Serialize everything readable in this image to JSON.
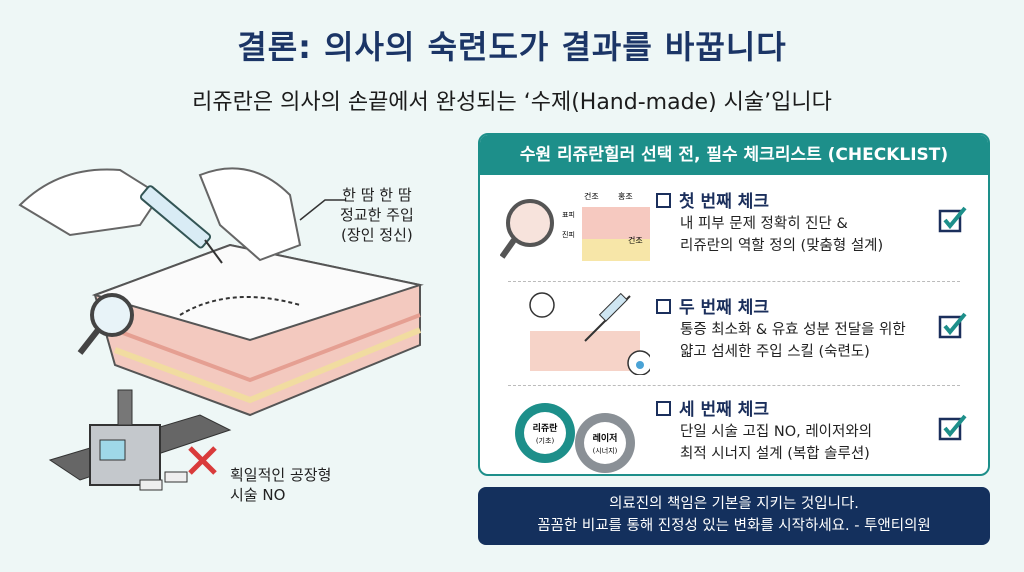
{
  "header": {
    "title": "결론: 의사의 숙련도가 결과를 바꿉니다",
    "subtitle": "리쥬란은 의사의 손끝에서 완성되는 ‘수제(Hand-made) 시술’입니다"
  },
  "illustration": {
    "craft_label": [
      "한 땀 한 땀",
      "정교한 주입",
      "(장인 정신)"
    ],
    "factory_label": [
      "획일적인 공장형",
      "시술 NO"
    ]
  },
  "checklist": {
    "title": "수원 리쥬란힐러 선택 전, 필수 체크리스트 (CHECKLIST)",
    "items": [
      {
        "title": "첫 번째 체크",
        "lines": [
          "내 피부 문제 정확히 진단 &",
          "리쥬란의 역할 정의 (맞춤형 설계)"
        ],
        "icon_labels": [
          "건조",
          "홍조",
          "건조",
          "표피",
          "진피"
        ]
      },
      {
        "title": "두 번째 체크",
        "lines": [
          "통증 최소화 & 유효 성분 전달을 위한",
          "얇고 섬세한 주입 스킬 (숙련도)"
        ]
      },
      {
        "title": "세 번째 체크",
        "lines": [
          "단일 시술 고집 NO, 레이저와의",
          "최적 시너지 설계 (복합 솔루션)"
        ],
        "icon_labels": [
          "리쥬란",
          "(기초)",
          "레이저",
          "(시너지)"
        ]
      }
    ]
  },
  "banner": {
    "lines": [
      "의료진의 책임은 기본을 지키는 것입니다.",
      "꼼꼼한 비교를 통해 진정성 있는 변화를 시작하세요. - 투앤티의원"
    ]
  },
  "colors": {
    "teal": "#1d8f8a",
    "navy": "#14305d",
    "title": "#1b3566"
  }
}
